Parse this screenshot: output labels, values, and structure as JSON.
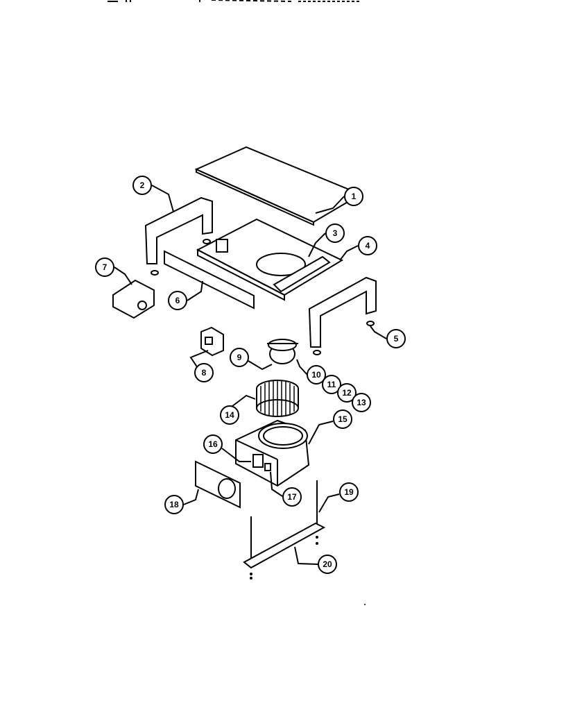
{
  "diagram": {
    "type": "exploded parts diagram",
    "callouts": [
      "1",
      "2",
      "3",
      "4",
      "5",
      "6",
      "7",
      "8",
      "9",
      "10",
      "11",
      "12",
      "13",
      "14",
      "15",
      "16",
      "17",
      "18",
      "19",
      "20"
    ]
  }
}
